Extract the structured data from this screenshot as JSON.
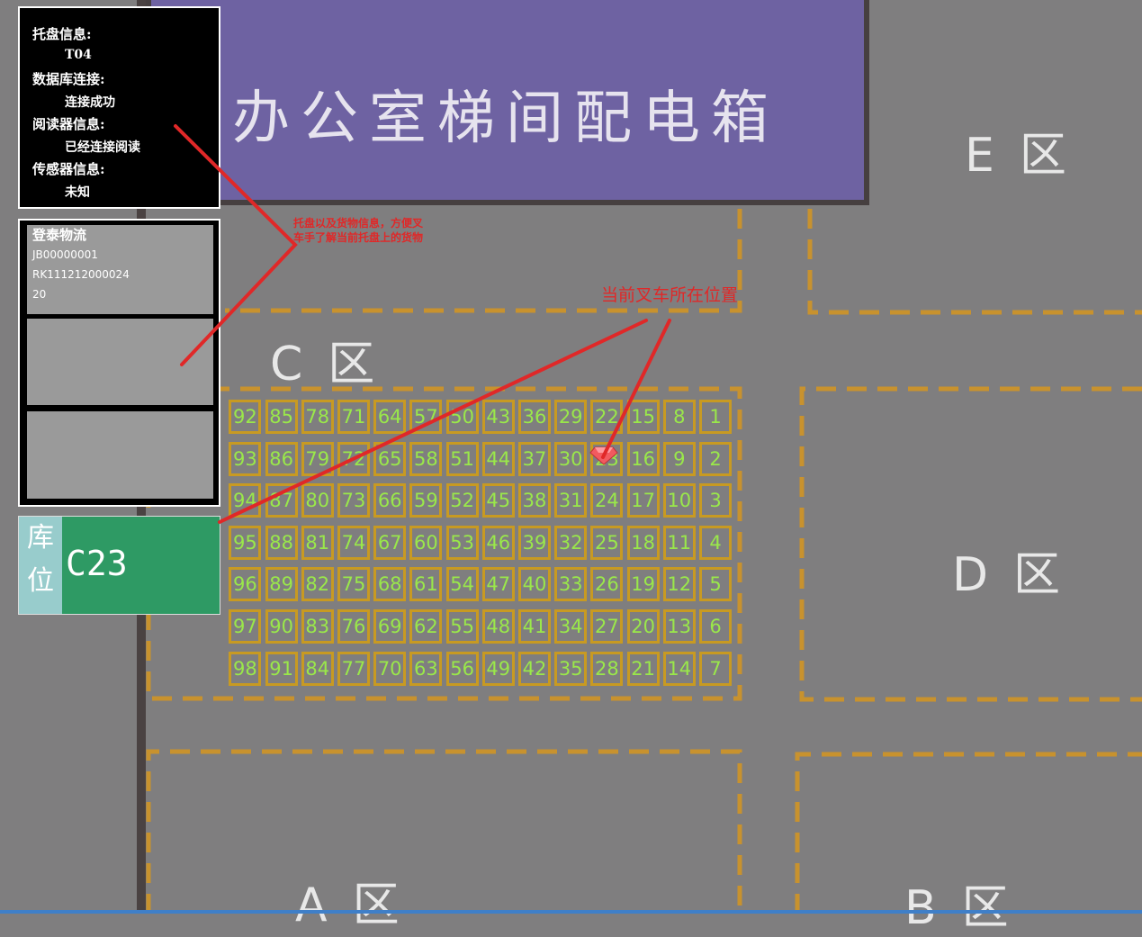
{
  "room": {
    "label": "办公室梯间配电箱"
  },
  "zones": {
    "e": "E区",
    "d": "D区",
    "c": "C区",
    "a": "A区",
    "b": "B区"
  },
  "info_panel": {
    "pallet_label": "托盘信息:",
    "pallet_value": "T04",
    "db_label": "数据库连接:",
    "db_value": "连接成功",
    "reader_label": "阅读器信息:",
    "reader_value": "已经连接阅读",
    "sensor_label": "传感器信息:",
    "sensor_value": "未知"
  },
  "cargo_slots": [
    {
      "company": "登泰物流",
      "code1": "JB00000001",
      "code2": "RK111212000024",
      "qty": "20"
    },
    {},
    {}
  ],
  "location": {
    "tag": "库位",
    "value": "C23"
  },
  "annotations": {
    "cargo_note": "托盘以及货物信息，方便叉车手了解当前托盘上的货物",
    "forklift_note": "当前叉车所在位置"
  },
  "grid": {
    "cells": [
      1,
      2,
      3,
      4,
      5,
      6,
      7,
      8,
      9,
      10,
      11,
      12,
      13,
      14,
      15,
      16,
      17,
      18,
      19,
      20,
      21,
      22,
      23,
      24,
      25,
      26,
      27,
      28,
      29,
      30,
      31,
      32,
      33,
      34,
      35,
      36,
      37,
      38,
      39,
      40,
      41,
      42,
      43,
      44,
      45,
      46,
      47,
      48,
      49,
      50,
      51,
      52,
      53,
      54,
      55,
      56,
      57,
      58,
      59,
      60,
      61,
      62,
      63,
      64,
      65,
      66,
      67,
      68,
      69,
      70,
      71,
      72,
      73,
      74,
      75,
      76,
      77,
      78,
      79,
      80,
      81,
      82,
      83,
      84,
      85,
      86,
      87,
      88,
      89,
      90,
      91,
      92,
      93,
      94,
      95,
      96,
      97,
      98
    ],
    "forklift_cell": 23,
    "rows": 7
  },
  "colors": {
    "zone_line": "#c8922e",
    "cell_text": "#9ae84a",
    "annotation": "#e02828"
  }
}
